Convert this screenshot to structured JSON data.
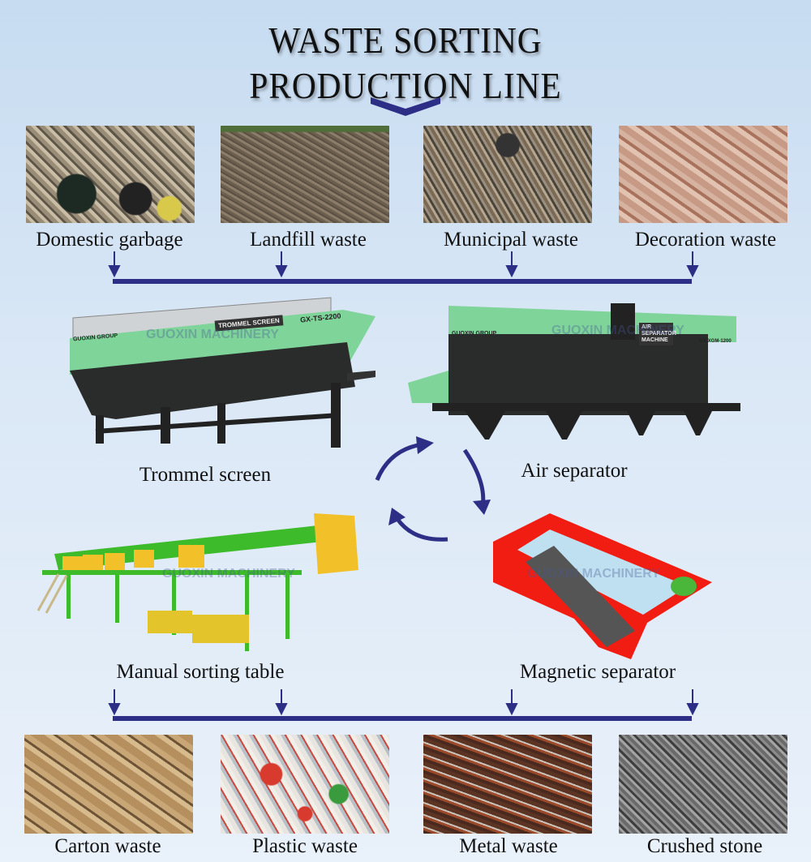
{
  "title": {
    "line1": "WASTE SORTING",
    "line2": "PRODUCTION LINE"
  },
  "inputs": [
    {
      "label": "Domestic garbage"
    },
    {
      "label": "Landfill waste"
    },
    {
      "label": "Municipal waste"
    },
    {
      "label": "Decoration waste"
    }
  ],
  "machines": {
    "trommel": {
      "label": "Trommel screen",
      "plate": "TROMMEL SCREEN",
      "model": "GX-TS-2200",
      "brand": "GUOXIN GROUP"
    },
    "air": {
      "label": "Air separator",
      "plate": "AIR SEPARATOR MACHINE",
      "model": "GX-XGM-1200",
      "brand": "GUOXIN GROUP"
    },
    "manual": {
      "label": "Manual sorting table"
    },
    "magnetic": {
      "label": "Magnetic separator"
    },
    "watermark": "GUOXIN MACHINERY"
  },
  "outputs": [
    {
      "label": "Carton waste"
    },
    {
      "label": "Plastic waste"
    },
    {
      "label": "Metal waste"
    },
    {
      "label": "Crushed stone"
    }
  ],
  "colors": {
    "arrow": "#2d2f86",
    "machine_green": "#7fd49a",
    "sorting_green": "#3dbb2a",
    "magnet_red": "#f21d12"
  }
}
